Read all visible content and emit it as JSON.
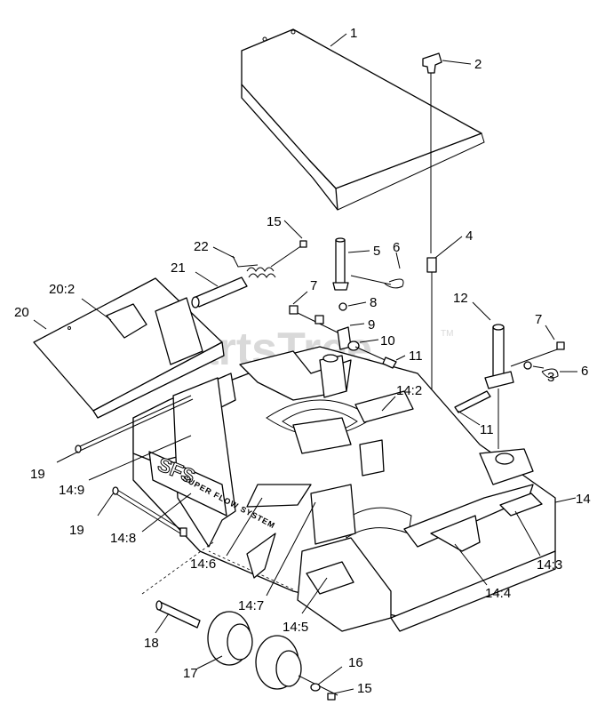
{
  "watermark": {
    "text": "PartsTree",
    "trademark": "TM"
  },
  "decals": {
    "super_flow": "SUPER FLOW SYSTEM",
    "sfs": "SFS"
  },
  "callouts": [
    {
      "id": "1",
      "text": "1"
    },
    {
      "id": "2",
      "text": "2"
    },
    {
      "id": "15a",
      "text": "15"
    },
    {
      "id": "22",
      "text": "22"
    },
    {
      "id": "5",
      "text": "5"
    },
    {
      "id": "6a",
      "text": "6"
    },
    {
      "id": "4",
      "text": "4"
    },
    {
      "id": "21",
      "text": "21"
    },
    {
      "id": "20-2",
      "text": "20:2"
    },
    {
      "id": "7a",
      "text": "7"
    },
    {
      "id": "8",
      "text": "8"
    },
    {
      "id": "12",
      "text": "12"
    },
    {
      "id": "7b",
      "text": "7"
    },
    {
      "id": "20",
      "text": "20"
    },
    {
      "id": "9",
      "text": "9"
    },
    {
      "id": "10",
      "text": "10"
    },
    {
      "id": "11a",
      "text": "11"
    },
    {
      "id": "6b",
      "text": "6"
    },
    {
      "id": "3",
      "text": "3"
    },
    {
      "id": "14-2",
      "text": "14:2"
    },
    {
      "id": "11b",
      "text": "11"
    },
    {
      "id": "19a",
      "text": "19"
    },
    {
      "id": "14-9",
      "text": "14:9"
    },
    {
      "id": "14",
      "text": "14"
    },
    {
      "id": "19b",
      "text": "19"
    },
    {
      "id": "14-8",
      "text": "14:8"
    },
    {
      "id": "14-3",
      "text": "14:3"
    },
    {
      "id": "14-6",
      "text": "14:6"
    },
    {
      "id": "14-4",
      "text": "14:4"
    },
    {
      "id": "14-7",
      "text": "14:7"
    },
    {
      "id": "14-5",
      "text": "14:5"
    },
    {
      "id": "18",
      "text": "18"
    },
    {
      "id": "16",
      "text": "16"
    },
    {
      "id": "17",
      "text": "17"
    },
    {
      "id": "15b",
      "text": "15"
    }
  ]
}
